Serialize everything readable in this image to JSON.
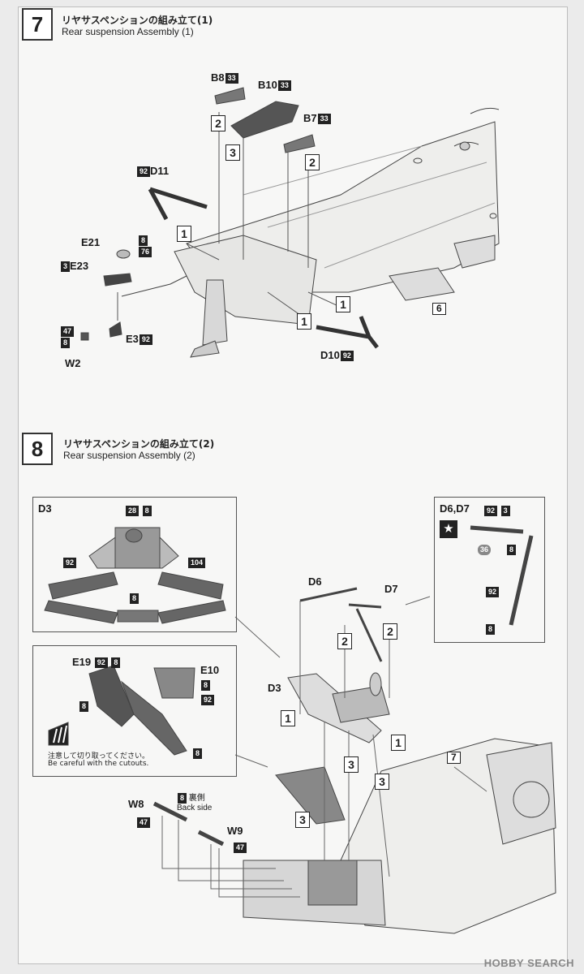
{
  "step7": {
    "number": "7",
    "title_ja": "リヤサスペンションの組み立て(1)",
    "title_en": "Rear suspension Assembly (1)",
    "parts": {
      "b8": {
        "name": "B8",
        "code": "33"
      },
      "b10": {
        "name": "B10",
        "code": "33"
      },
      "b7": {
        "name": "B7",
        "code": "33"
      },
      "d11": {
        "name": "D11",
        "code": "92"
      },
      "e21": {
        "name": "E21",
        "code1": "8",
        "code2": "76"
      },
      "e23": {
        "name": "E23",
        "code": "3"
      },
      "e3": {
        "name": "E3",
        "code": "92"
      },
      "w2": {
        "name": "W2",
        "code1": "47",
        "code2": "8"
      },
      "d10": {
        "name": "D10",
        "code": "92"
      }
    },
    "ref_step": "6",
    "orders": [
      "2",
      "3",
      "2",
      "1",
      "1",
      "1"
    ]
  },
  "step8": {
    "number": "8",
    "title_ja": "リヤサスペンションの組み立て(2)",
    "title_en": "Rear suspension Assembly (2)",
    "panel_d3": {
      "label": "D3",
      "codes": [
        "28",
        "8",
        "92",
        "104",
        "8"
      ]
    },
    "panel_e": {
      "e19": {
        "name": "E19",
        "code1": "92",
        "code2": "8"
      },
      "e10": {
        "name": "E10",
        "code": "8"
      },
      "codes": [
        "8",
        "92",
        "8"
      ],
      "note_ja": "注意して切り取ってください。",
      "note_en": "Be careful with the cutouts."
    },
    "panel_d6d7": {
      "label": "D6,D7",
      "codes": [
        "92",
        "3",
        "36",
        "8",
        "92",
        "8"
      ]
    },
    "parts": {
      "d6": "D6",
      "d7": "D7",
      "d3": "D3",
      "w8": {
        "name": "W8",
        "code": "47"
      },
      "w9": {
        "name": "W9",
        "code": "47"
      },
      "back": {
        "code": "8",
        "label_ja": "裏側",
        "label_en": "Back side"
      }
    },
    "ref_step": "7",
    "orders": [
      "2",
      "2",
      "1",
      "1",
      "3",
      "3",
      "3"
    ]
  },
  "watermark": "HOBBY SEARCH"
}
